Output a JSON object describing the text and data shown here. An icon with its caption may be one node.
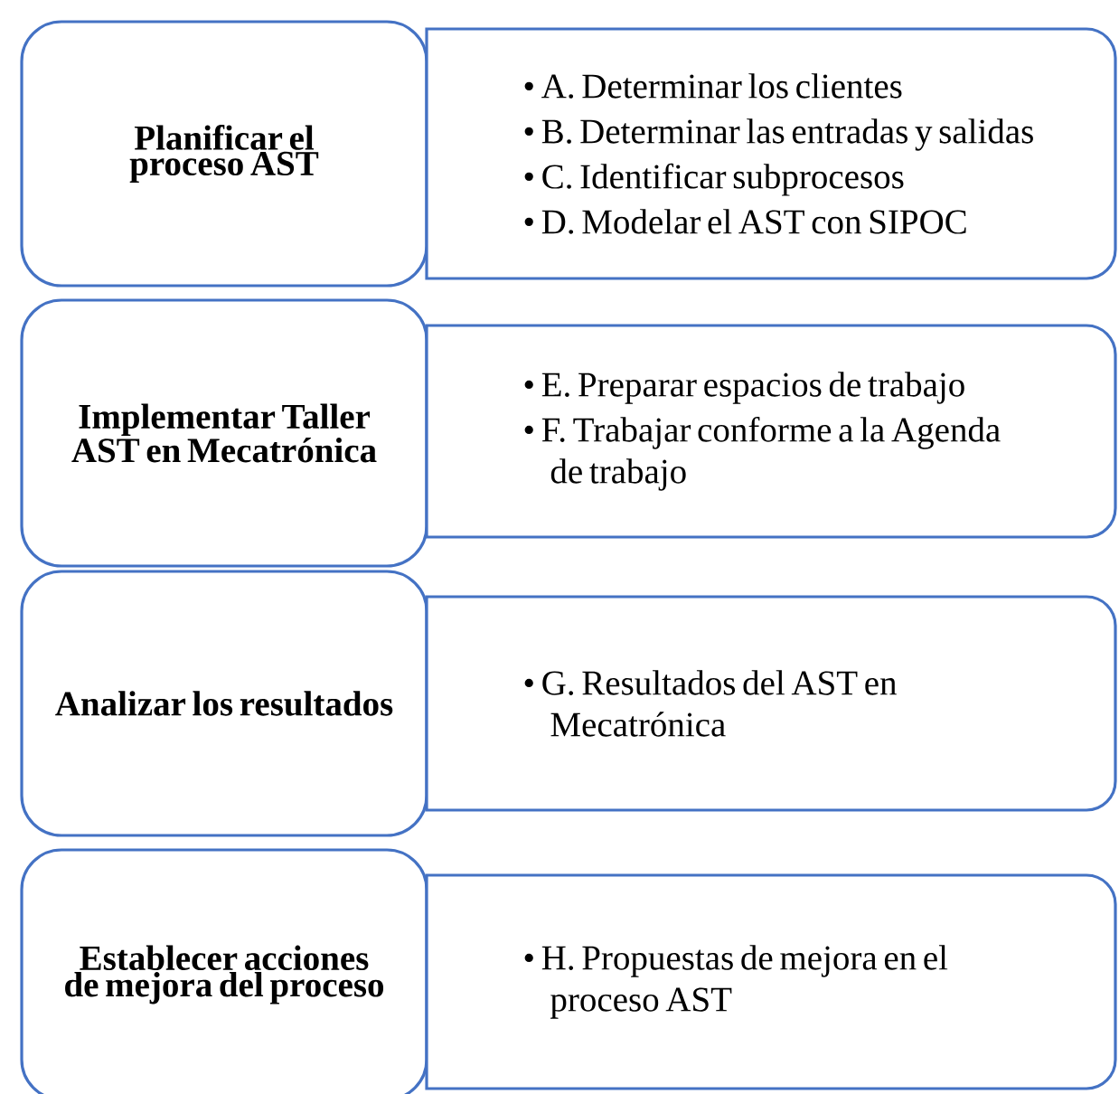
{
  "diagram": {
    "nodes": [
      {
        "text": [
          "Planificar el proceso AST"
        ]
      },
      {
        "text": [
          "• A. Determinar los clientes",
          "• B. Determinar las entradas y salidas",
          "• C. Identificar subprocesos",
          "• D. Modelar el AST con SIPOC"
        ]
      },
      {
        "text": [
          "Implementar  Taller AST en Mecatrónica"
        ]
      },
      {
        "text": [
          "• E. Preparar espacios de trabajo",
          "• F. Trabajar conforme a la Agenda de trabajo"
        ]
      },
      {
        "text": [
          "Analizar los resultados"
        ]
      },
      {
        "text": [
          "• G. Resultados del AST en Mecatrónica"
        ]
      },
      {
        "text": [
          "Establecer acciones de mejora del proceso"
        ]
      },
      {
        "text": [
          "• H. Propuestas de mejora en el proceso AST"
        ]
      }
    ]
  }
}
